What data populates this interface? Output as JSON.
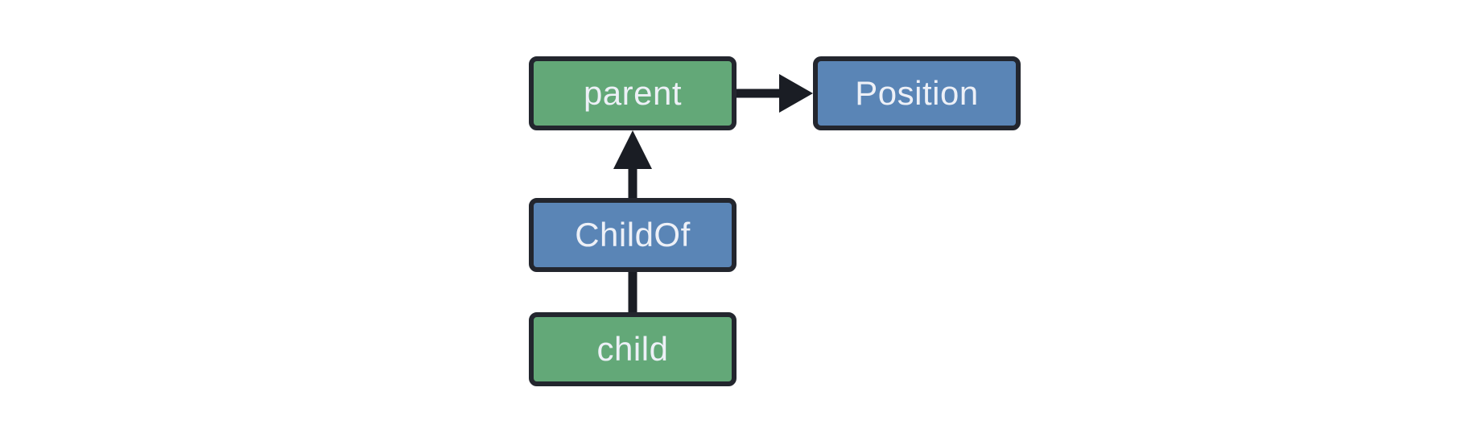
{
  "diagram": {
    "nodes": [
      {
        "id": "parent",
        "label": "parent",
        "fill": "#63a878"
      },
      {
        "id": "position",
        "label": "Position",
        "fill": "#5a85b6"
      },
      {
        "id": "childof",
        "label": "ChildOf",
        "fill": "#5a85b6"
      },
      {
        "id": "child",
        "label": "child",
        "fill": "#63a878"
      }
    ],
    "edges": [
      {
        "from": "parent",
        "to": "Position",
        "style": "arrow",
        "direction": "right"
      },
      {
        "from": "ChildOf",
        "to": "parent",
        "style": "arrow",
        "direction": "up"
      },
      {
        "from": "child",
        "to": "ChildOf",
        "style": "line",
        "direction": "up"
      }
    ],
    "colors": {
      "background": "#ffffff",
      "node_border": "#23262e",
      "edge_stroke": "#1a1d24",
      "label_text": "#edf0f7",
      "entity_green": "#63a878",
      "component_blue": "#5a85b6"
    }
  }
}
